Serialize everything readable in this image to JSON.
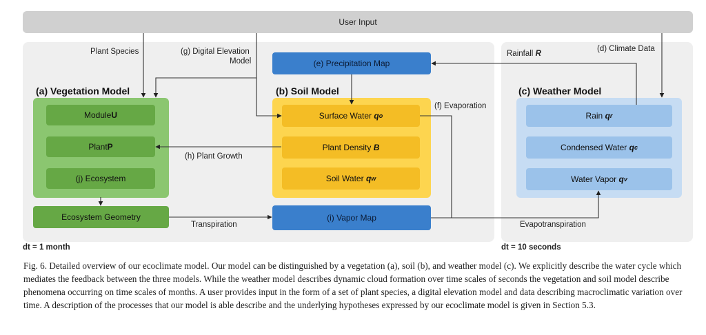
{
  "user_input": "User Input",
  "panels": {
    "vegetation": {
      "title": "(a) Vegetation Model",
      "items": [
        {
          "text": "Module ",
          "sym": "U"
        },
        {
          "text": "Plant ",
          "sym": "P"
        },
        {
          "text": "(j) Ecosystem",
          "sym": ""
        }
      ],
      "geometry": "Ecosystem Geometry",
      "dt": "dt = 1 month"
    },
    "soil": {
      "title": "(b) Soil  Model",
      "precip": "(e) Precipitation Map",
      "vapor": "(i) Vapor Map",
      "items": [
        {
          "text": "Surface Water ",
          "sym": "q",
          "sub": "o"
        },
        {
          "text": "Plant Density ",
          "sym": "B",
          "sub": ""
        },
        {
          "text": "Soil Water ",
          "sym": "q",
          "sub": "w"
        }
      ]
    },
    "weather": {
      "title": "(c) Weather  Model",
      "items": [
        {
          "text": "Rain ",
          "sym": "q",
          "sub": "r"
        },
        {
          "text": "Condensed Water ",
          "sym": "q",
          "sub": "c"
        },
        {
          "text": "Water Vapor ",
          "sym": "q",
          "sub": "v"
        }
      ],
      "dt": "dt = 10 seconds"
    }
  },
  "edge_labels": {
    "plant_species": "Plant Species",
    "dem_line1": "(g) Digital Elevation",
    "dem_line2": "Model",
    "rainfall": "Rainfall ",
    "rainfall_sym": "R",
    "climate": "(d) Climate Data",
    "evaporation": "(f) Evaporation",
    "plant_growth": "(h) Plant Growth",
    "transpiration": "Transpiration",
    "evapotranspiration": "Evapotranspiration"
  },
  "caption": "Fig. 6.  Detailed overview of our ecoclimate model. Our model can be distinguished by a vegetation (a), soil (b), and weather model (c). We explicitly describe the water cycle which mediates the feedback between the three models. While the weather model describes dynamic cloud formation over time scales of seconds the vegetation and soil model describe phenomena occurring on time scales of months. A user provides input in the form of a set of plant species, a digital elevation model and data describing macroclimatic variation over time. A description of the processes that our model is able describe and the underlying hypotheses expressed by our ecoclimate model is given in Section 5.3."
}
